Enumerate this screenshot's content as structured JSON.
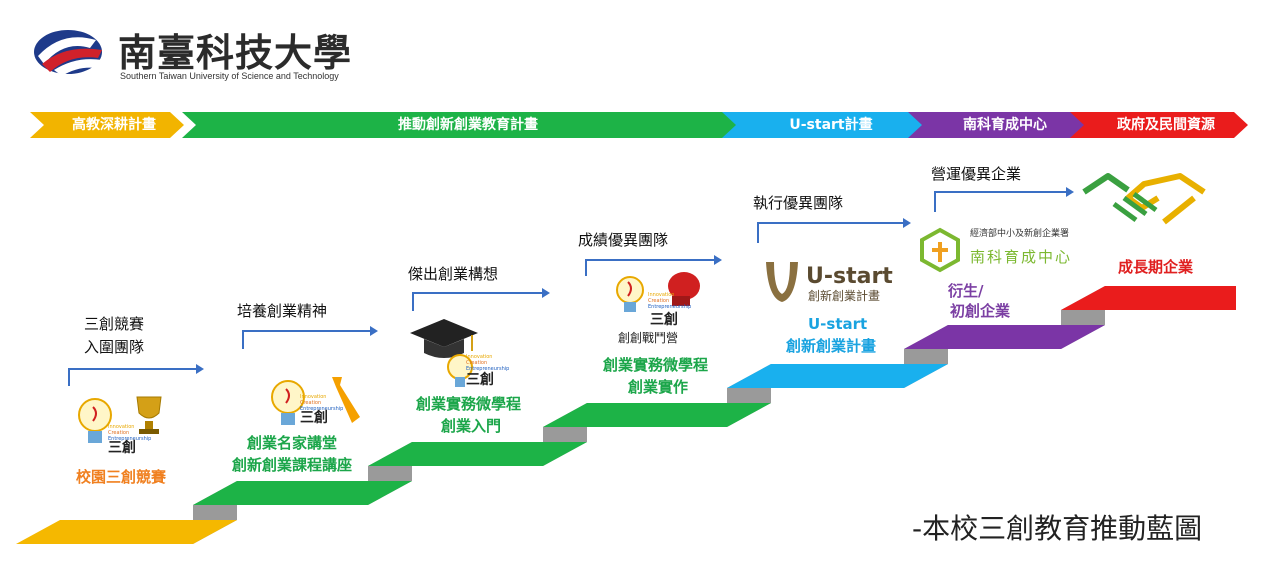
{
  "header": {
    "university_name": "南臺科技大學",
    "university_name_en": "Southern Taiwan University of Science and Technology"
  },
  "banner": [
    {
      "label": "高教深耕計畫",
      "color": "#f2b400"
    },
    {
      "label": "推動創新創業教育計畫",
      "color": "#1db347"
    },
    {
      "label": "U-start計畫",
      "color": "#19b0ee"
    },
    {
      "label": "南科育成中心",
      "color": "#7b35a6"
    },
    {
      "label": "政府及民間資源",
      "color": "#ea1c1c"
    }
  ],
  "steps": [
    {
      "arrow_label": [
        "三創競賽",
        "入圍團隊"
      ],
      "icon_text": "三創",
      "title": [
        "校園三創競賽"
      ]
    },
    {
      "arrow_label": [
        "培養創業精神"
      ],
      "icon_text": "三創",
      "title": [
        "創業名家講堂",
        "創新創業課程講座"
      ]
    },
    {
      "arrow_label": [
        "傑出創業構想"
      ],
      "icon_text": "三創",
      "title": [
        "創業實務微學程",
        "創業入門"
      ]
    },
    {
      "arrow_label": [
        "成績優異團隊"
      ],
      "icon_text": "三創",
      "icon_subtext": "創創戰鬥營",
      "title": [
        "創業實務微學程",
        "創業實作"
      ]
    },
    {
      "arrow_label": [
        "執行優異團隊"
      ],
      "icon_text": "U-start",
      "icon_subtext": "創新創業計畫",
      "title": [
        "U-start",
        "創新創業計畫"
      ]
    },
    {
      "arrow_label": [
        "營運優異企業"
      ],
      "icon_text": "南科育成中心",
      "icon_subtext": "經濟部中小及新創企業署",
      "title": [
        "衍生/",
        "初創企業"
      ]
    },
    {
      "title": [
        "成長期企業"
      ]
    }
  ],
  "icon_small_words": [
    "Innovation",
    "Creation",
    "Entrepreneurship"
  ],
  "caption": "-本校三創教育推動藍圖",
  "colors": {
    "yellow": "#f5b800",
    "green": "#1db347",
    "blue": "#19b0ee",
    "purple": "#7b35a6",
    "red": "#ea1c1c",
    "riser": "#9a9a9a",
    "arrow": "#3a6fc4"
  }
}
